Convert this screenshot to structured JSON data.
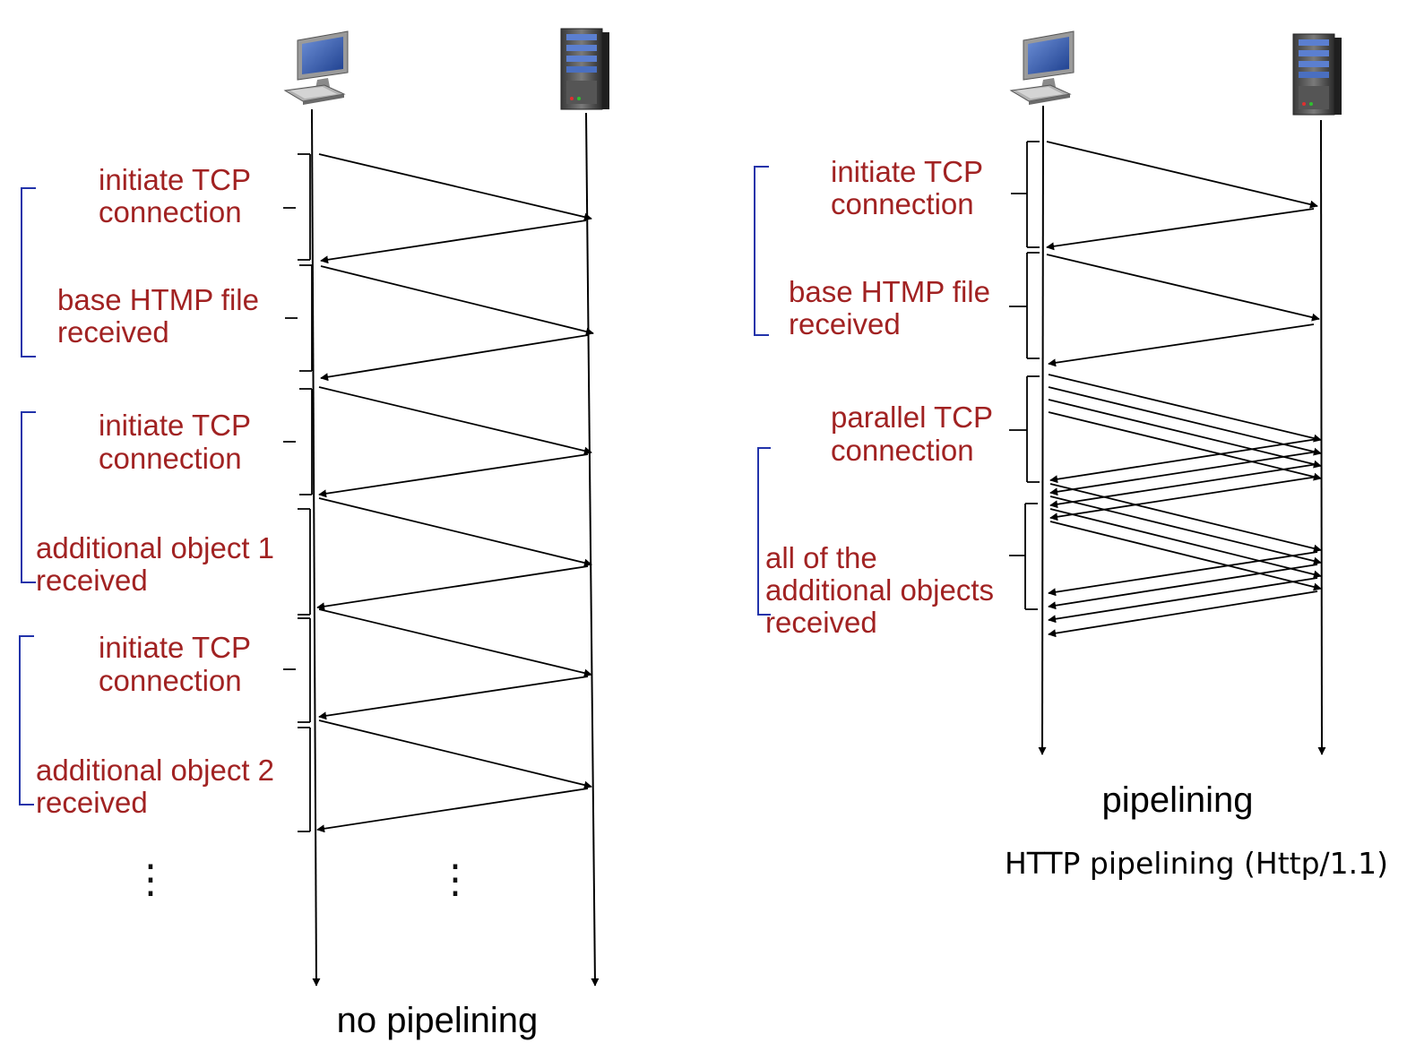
{
  "colors": {
    "label": "#a12222",
    "bracket_blue": "#2233aa",
    "line": "#000000"
  },
  "icons": [
    "client-computer-icon",
    "server-tower-icon"
  ],
  "left": {
    "title": "no pipelining",
    "labels": [
      {
        "l1": "initiate TCP",
        "l2": "connection"
      },
      {
        "l1": "base HTMP file",
        "l2": "received"
      },
      {
        "l1": "initiate TCP",
        "l2": "connection"
      },
      {
        "l1": "additional object 1",
        "l2": "received"
      },
      {
        "l1": "initiate TCP",
        "l2": "connection"
      },
      {
        "l1": "additional object 2",
        "l2": "received"
      }
    ],
    "ellipsis": "⋮"
  },
  "right": {
    "title": "pipelining",
    "subtitle": "HTTP pipelining (Http/1.1)",
    "labels": [
      {
        "l1": "initiate TCP",
        "l2": "connection"
      },
      {
        "l1": "base HTMP file",
        "l2": "received"
      },
      {
        "l1": "parallel TCP",
        "l2": "connection"
      },
      {
        "l1": "all of the",
        "l2": "additional objects",
        "l3": "received"
      }
    ]
  }
}
